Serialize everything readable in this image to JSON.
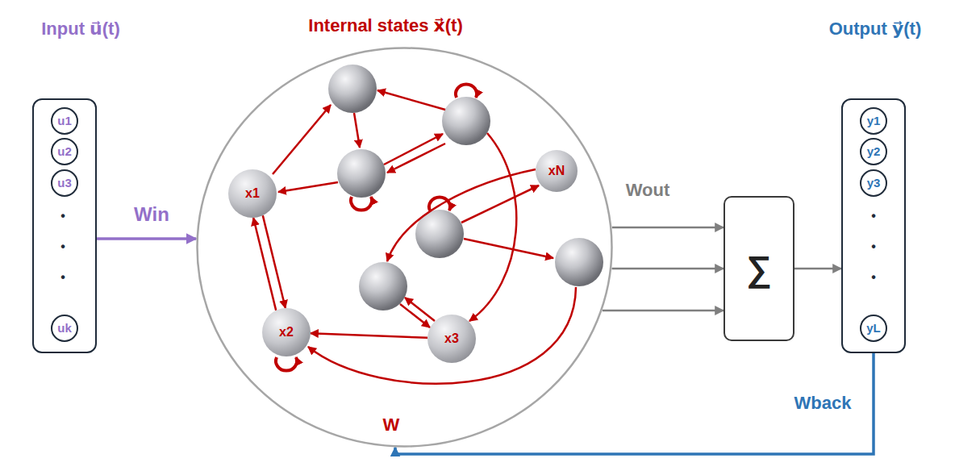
{
  "diagram": {
    "nodes": [
      {
        "text": [
          "Input u⃗(t)"
        ]
      },
      {
        "text": [
          "u1"
        ],
        "in": 0
      },
      {
        "text": [
          "u2"
        ],
        "in": 0
      },
      {
        "text": [
          "u3"
        ],
        "in": 0
      },
      {
        "text": [
          "uk"
        ],
        "in": 0
      },
      {
        "text": [
          "Internal states x⃗(t)"
        ]
      },
      {
        "text": [
          "x1"
        ],
        "in": 5
      },
      {
        "text": [
          "x2"
        ],
        "in": 5
      },
      {
        "text": [
          "x3"
        ],
        "in": 5
      },
      {
        "text": [
          "xN"
        ],
        "in": 5
      },
      {
        "text": [
          "∑"
        ]
      },
      {
        "text": [
          "Output y⃗(t)"
        ]
      },
      {
        "text": [
          "y1"
        ],
        "in": 11
      },
      {
        "text": [
          "y2"
        ],
        "in": 11
      },
      {
        "text": [
          "y3"
        ],
        "in": 11
      },
      {
        "text": [
          "yL"
        ],
        "in": 11
      }
    ],
    "edges": [
      {
        "from": 0,
        "to": 5,
        "arrow": "to",
        "label": "Win"
      },
      {
        "from": 5,
        "to": 10,
        "arrow": "to",
        "label": "Wout"
      },
      {
        "from": 5,
        "to": 10,
        "arrow": "to"
      },
      {
        "from": 5,
        "to": 10,
        "arrow": "to"
      },
      {
        "from": 10,
        "to": 11,
        "arrow": "to"
      },
      {
        "from": 11,
        "to": 5,
        "arrow": "to",
        "label": "Wback"
      },
      {
        "from": 6,
        "to": 7,
        "arrow": "to"
      },
      {
        "from": 7,
        "to": 6,
        "arrow": "to"
      },
      {
        "from": 8,
        "to": 7,
        "arrow": "to"
      }
    ],
    "labels": [
      "•",
      "•",
      "•",
      "•",
      "•",
      "•",
      "W"
    ]
  }
}
